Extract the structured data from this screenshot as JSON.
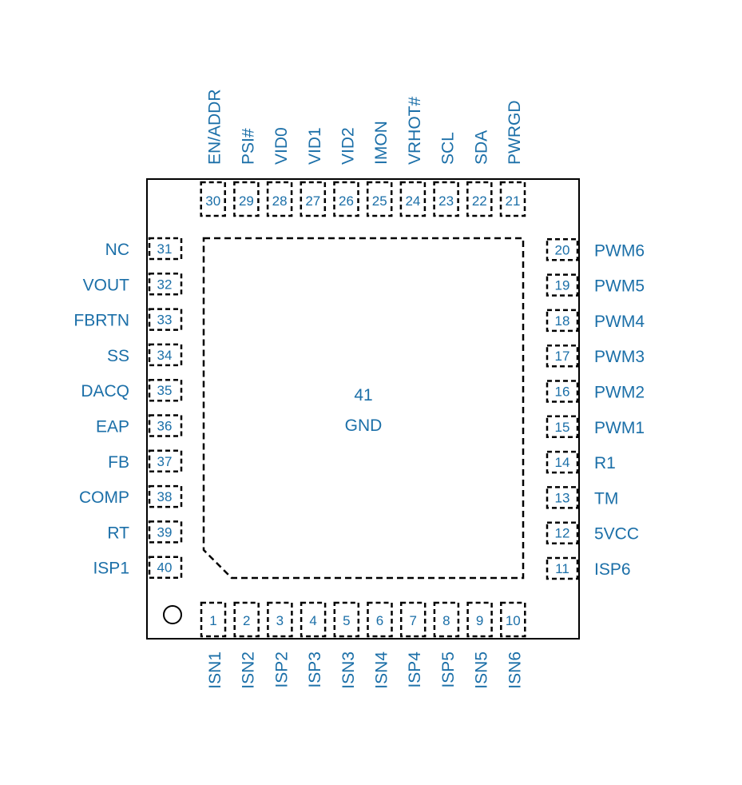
{
  "colors": {
    "label": "#1b6fa8",
    "outline": "#000000",
    "background": "#ffffff"
  },
  "package": {
    "pins_bottom": [
      {
        "num": "1",
        "name": "ISN1"
      },
      {
        "num": "2",
        "name": "ISN2"
      },
      {
        "num": "3",
        "name": "ISP2"
      },
      {
        "num": "4",
        "name": "ISP3"
      },
      {
        "num": "5",
        "name": "ISN3"
      },
      {
        "num": "6",
        "name": "ISN4"
      },
      {
        "num": "7",
        "name": "ISP4"
      },
      {
        "num": "8",
        "name": "ISP5"
      },
      {
        "num": "9",
        "name": "ISN5"
      },
      {
        "num": "10",
        "name": "ISN6"
      }
    ],
    "pins_right": [
      {
        "num": "11",
        "name": "ISP6"
      },
      {
        "num": "12",
        "name": "5VCC"
      },
      {
        "num": "13",
        "name": "TM"
      },
      {
        "num": "14",
        "name": "R1"
      },
      {
        "num": "15",
        "name": "PWM1"
      },
      {
        "num": "16",
        "name": "PWM2"
      },
      {
        "num": "17",
        "name": "PWM3"
      },
      {
        "num": "18",
        "name": "PWM4"
      },
      {
        "num": "19",
        "name": "PWM5"
      },
      {
        "num": "20",
        "name": "PWM6"
      }
    ],
    "pins_top": [
      {
        "num": "21",
        "name": "PWRGD"
      },
      {
        "num": "22",
        "name": "SDA"
      },
      {
        "num": "23",
        "name": "SCL"
      },
      {
        "num": "24",
        "name": "VRHOT#"
      },
      {
        "num": "25",
        "name": "IMON"
      },
      {
        "num": "26",
        "name": "VID2"
      },
      {
        "num": "27",
        "name": "VID1"
      },
      {
        "num": "28",
        "name": "VID0"
      },
      {
        "num": "29",
        "name": "PSI#"
      },
      {
        "num": "30",
        "name": "EN/ADDR"
      }
    ],
    "pins_left": [
      {
        "num": "31",
        "name": "NC"
      },
      {
        "num": "32",
        "name": "VOUT"
      },
      {
        "num": "33",
        "name": "FBRTN"
      },
      {
        "num": "34",
        "name": "SS"
      },
      {
        "num": "35",
        "name": "DACQ"
      },
      {
        "num": "36",
        "name": "EAP"
      },
      {
        "num": "37",
        "name": "FB"
      },
      {
        "num": "38",
        "name": "COMP"
      },
      {
        "num": "39",
        "name": "RT"
      },
      {
        "num": "40",
        "name": "ISP1"
      }
    ],
    "exposed_pad": {
      "num": "41",
      "name": "GND"
    }
  }
}
